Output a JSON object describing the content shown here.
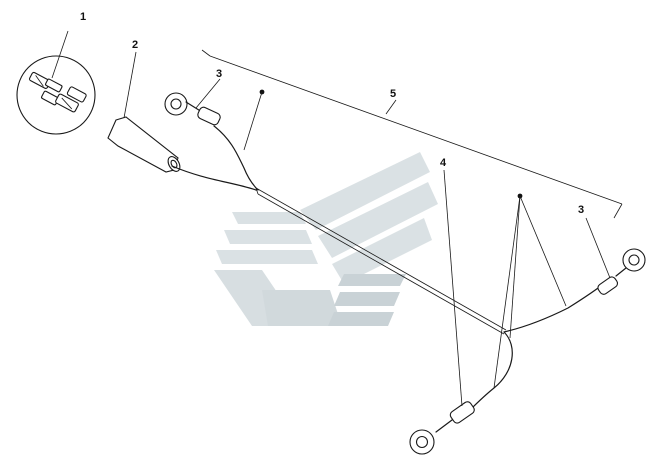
{
  "diagram": {
    "callouts": [
      "1",
      "2",
      "3",
      "5",
      "4",
      "3"
    ],
    "watermark_colors": {
      "light": "#d9e0e3",
      "mid": "#c7d0d4"
    },
    "line_color": "#1a1a1a"
  }
}
